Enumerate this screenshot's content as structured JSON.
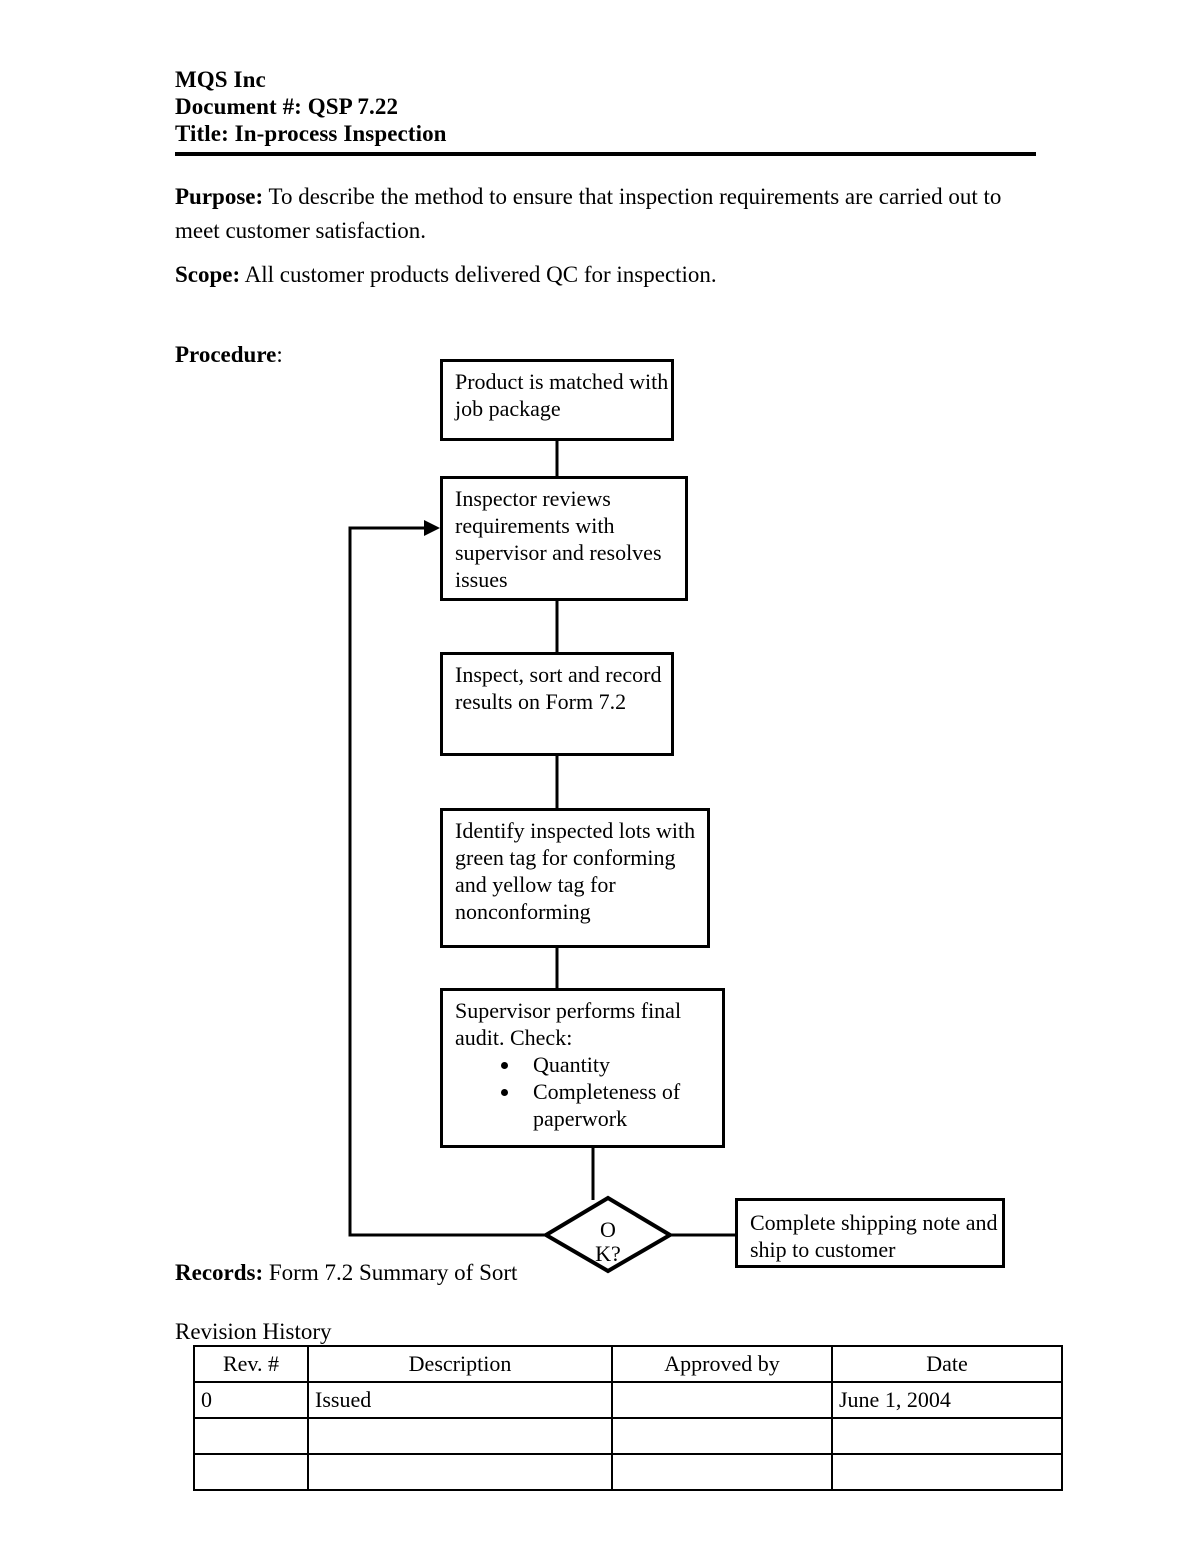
{
  "header": {
    "company": "MQS Inc",
    "document_number": "Document #: QSP 7.22",
    "title": "Title: In-process Inspection"
  },
  "sections": {
    "purpose_label": "Purpose:",
    "purpose_text": " To describe the method to ensure that inspection requirements are carried out to meet customer satisfaction.",
    "scope_label": "Scope:",
    "scope_text": " All customer products delivered QC for inspection.",
    "procedure_label": "Procedure",
    "procedure_colon": ":",
    "records_label": "Records:",
    "records_text": "  Form 7.2 Summary of Sort",
    "revision_history_label": "Revision History"
  },
  "flowchart": {
    "box_product": "Product is matched with job package",
    "box_inspector": "Inspector reviews requirements with supervisor and resolves issues",
    "box_inspect": "Inspect, sort and record results on Form 7.2",
    "box_identify": "Identify inspected lots with green tag for conforming and yellow tag for nonconforming",
    "box_supervisor_intro": "Supervisor performs final audit. Check:",
    "box_supervisor_bullets": [
      "Quantity",
      "Completeness of paperwork"
    ],
    "decision_line1": "O",
    "decision_line2": "K?",
    "box_shipping": "Complete shipping note and ship to customer"
  },
  "revision_table": {
    "columns": [
      "Rev. #",
      "Description",
      "Approved by",
      "Date"
    ],
    "rows": [
      [
        "0",
        "Issued",
        "",
        "June 1, 2004"
      ],
      [
        "",
        "",
        "",
        ""
      ],
      [
        "",
        "",
        "",
        ""
      ]
    ]
  },
  "colors": {
    "ink": "#000000",
    "paper": "#ffffff"
  }
}
